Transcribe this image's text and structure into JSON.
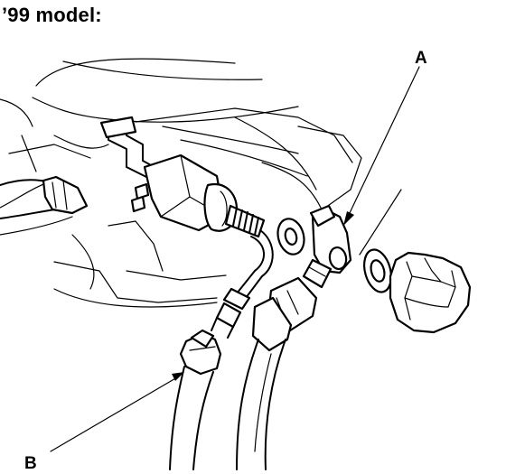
{
  "heading": "’99 model:",
  "callouts": {
    "a": "A",
    "b": "B"
  },
  "colors": {
    "ink": "#000000",
    "paper": "#ffffff"
  }
}
